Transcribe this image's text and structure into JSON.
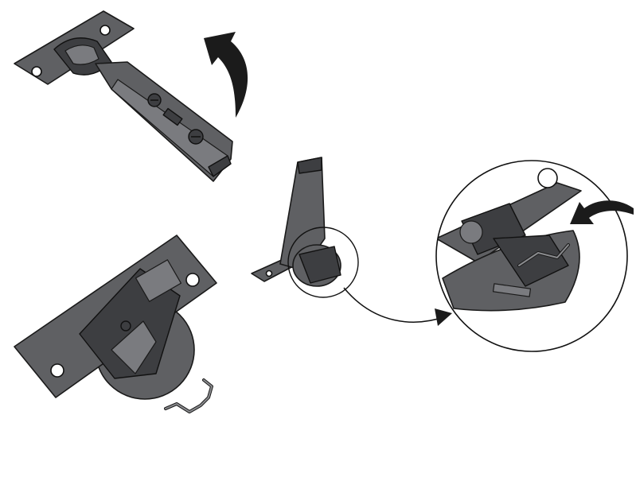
{
  "figure": {
    "colors": {
      "part": "#5f6063",
      "part_dark": "#3d3e41",
      "outline": "#111111",
      "background": "#ffffff"
    },
    "icons": [
      "hinge-top-view",
      "rotate-arrow",
      "hinge-bottom-view",
      "spring-clip",
      "hinge-side-view",
      "detail-magnifier",
      "callout-arrow"
    ]
  }
}
